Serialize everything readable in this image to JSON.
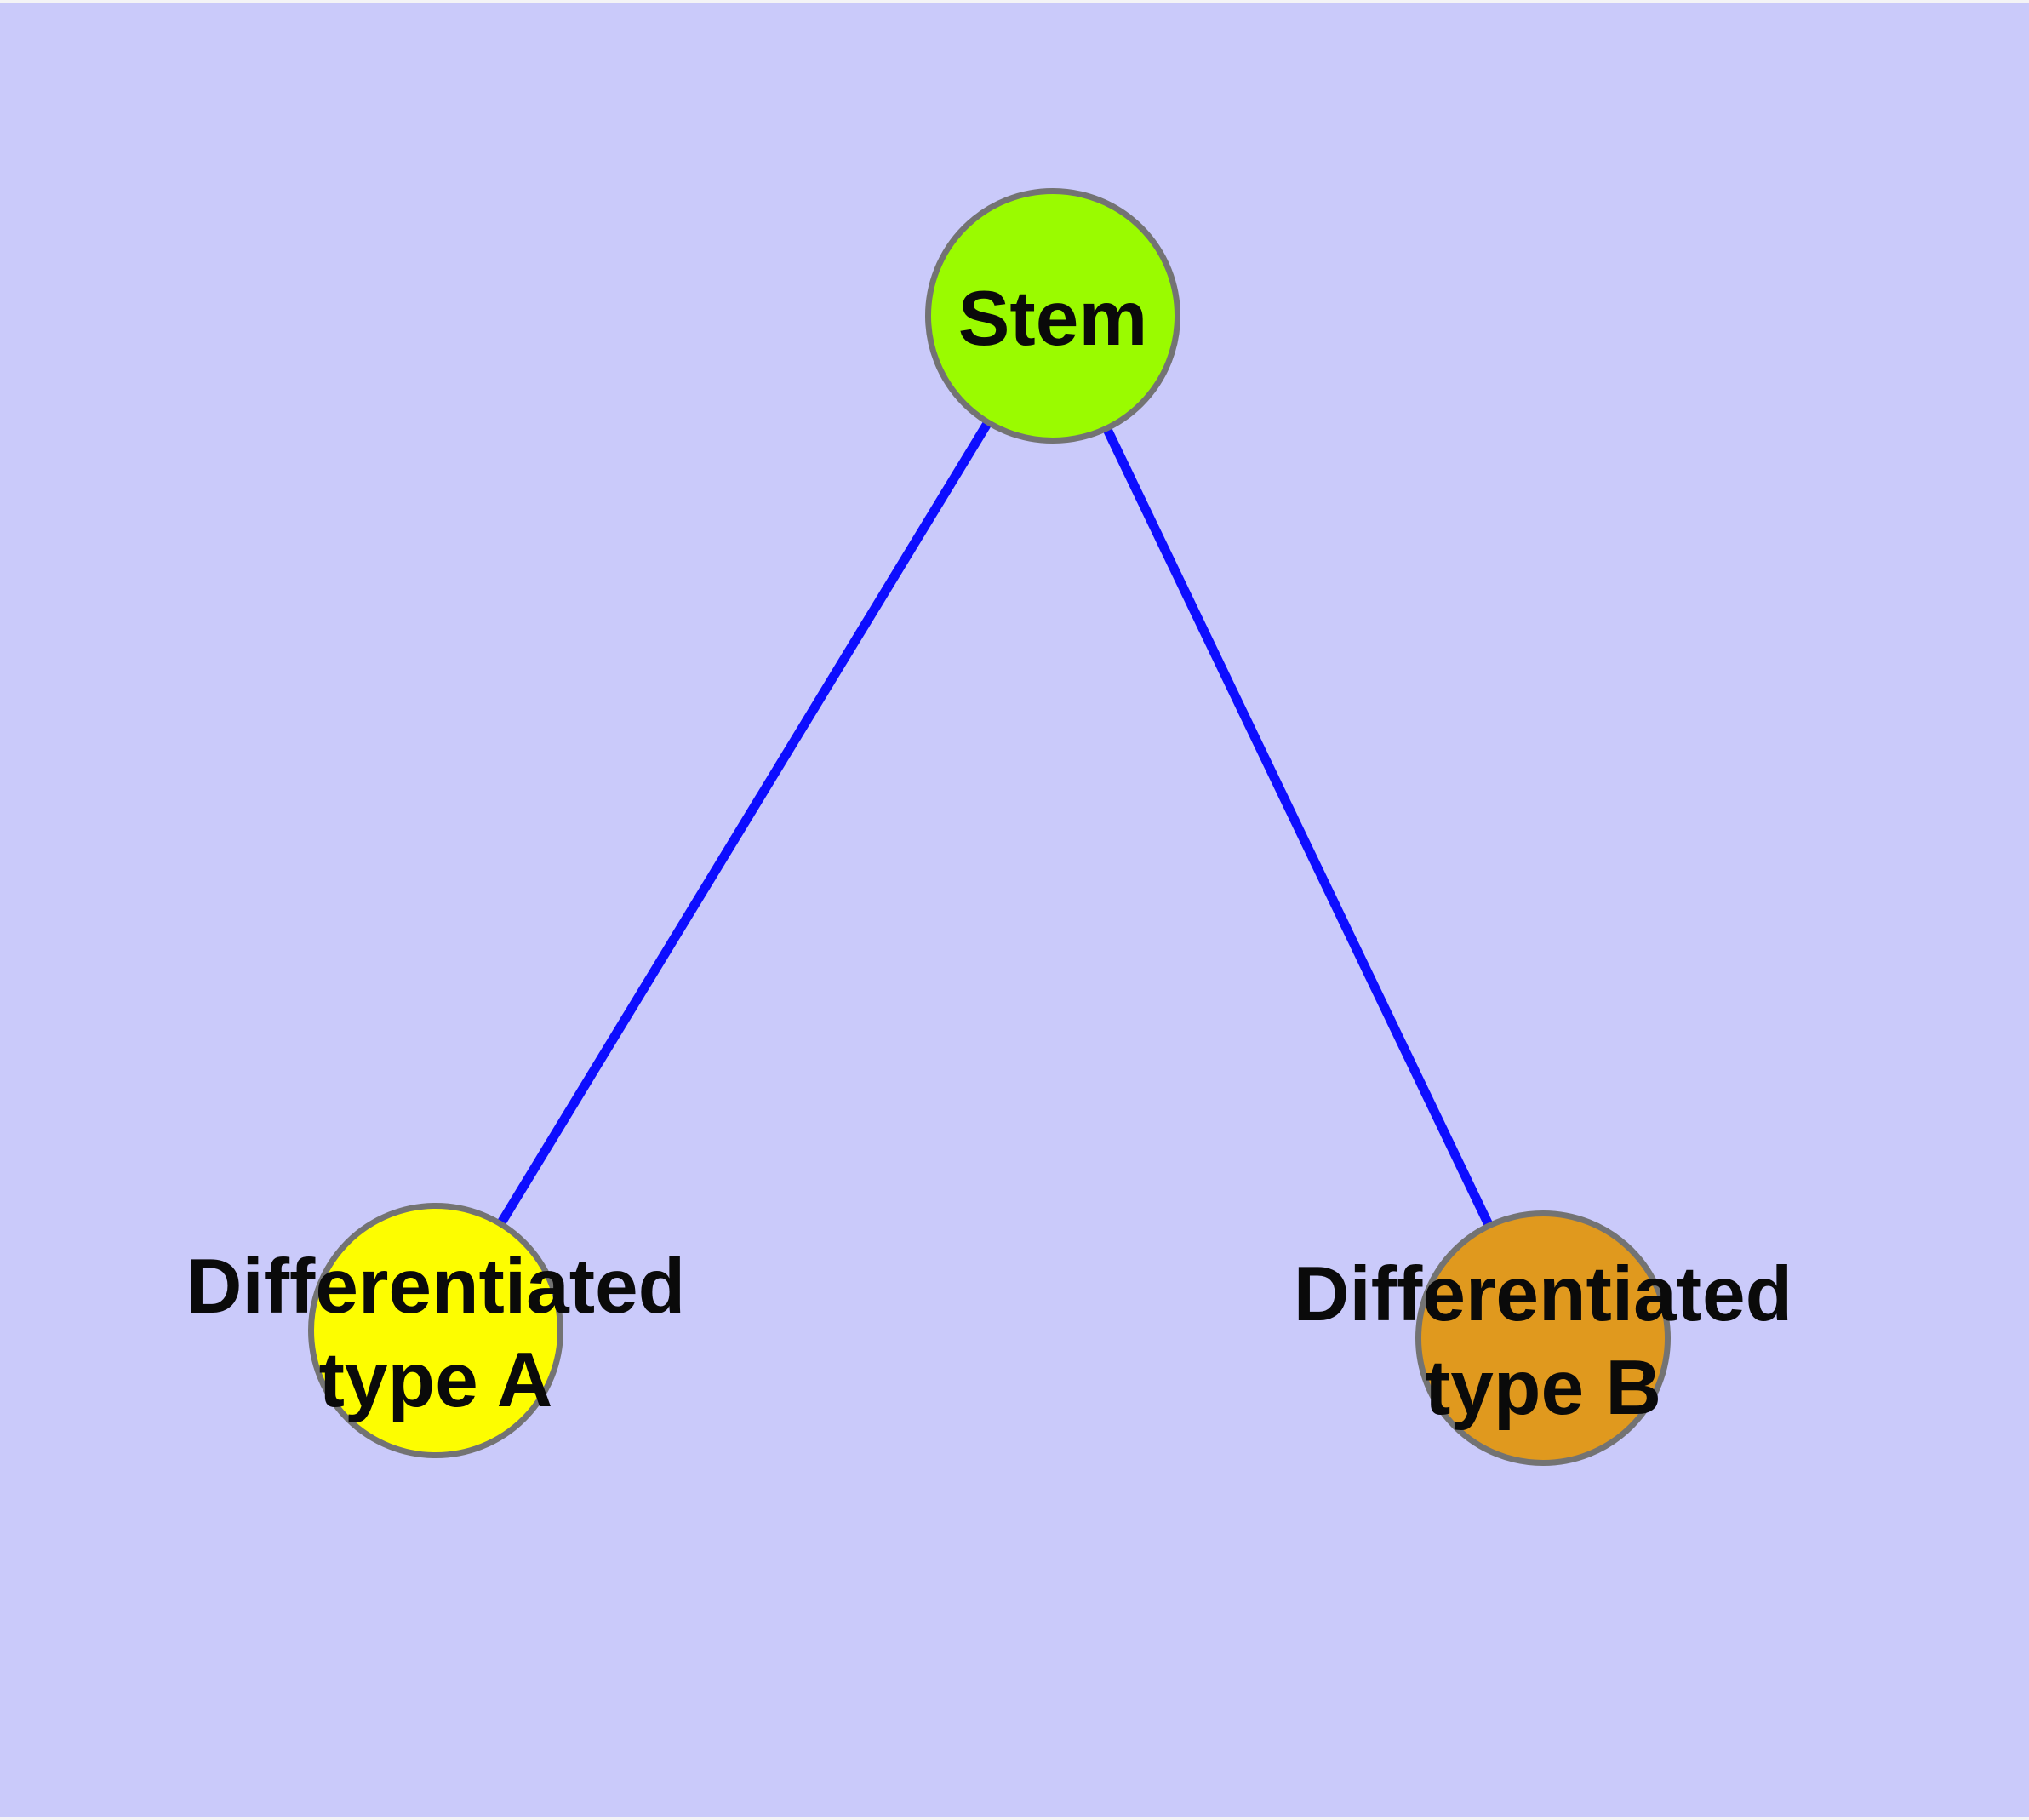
{
  "figure": {
    "background_color": "#CACAFA",
    "device_margin_color": "#F4F4F6",
    "edge_color": "#0D0DFF",
    "node_border_color": "#737373",
    "text_color": "#0A0A0A",
    "nodes": [
      {
        "id": "stem",
        "label": "Stem",
        "fill_color": "#9AFB00"
      },
      {
        "id": "differentiated-type-a",
        "label": "Differentiated\ntype A",
        "fill_color": "#FDFD00"
      },
      {
        "id": "differentiated-type-b",
        "label": "Differentiated\ntype B",
        "fill_color": "#E0991E"
      }
    ],
    "edges": [
      {
        "from": "Stem",
        "to": "Differentiated type A"
      },
      {
        "from": "Stem",
        "to": "Differentiated type B"
      }
    ]
  }
}
